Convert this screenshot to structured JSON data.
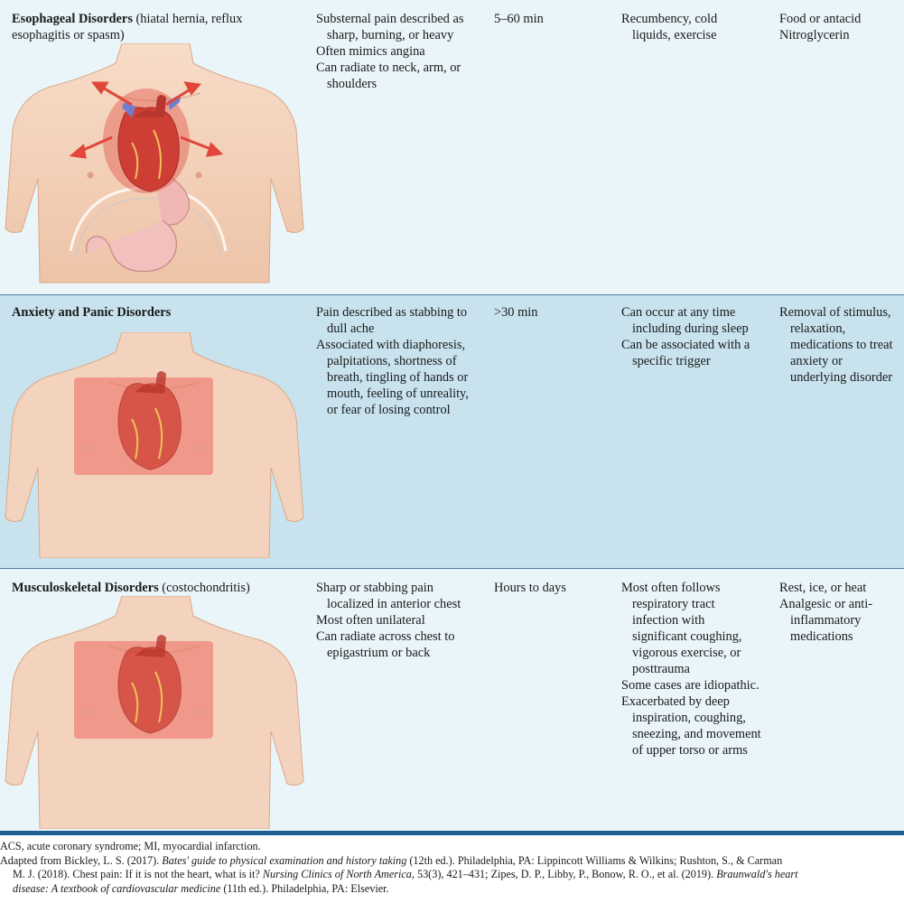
{
  "rows": [
    {
      "title": "Esophageal Disorders",
      "title_suffix": " (hiatal hernia, reflux esophagitis or spasm)",
      "description": [
        "Substernal pain described as sharp, burning, or heavy",
        "Often mimics angina",
        "Can radiate to neck, arm, or shoulders"
      ],
      "duration": "5–60 min",
      "provoking": [
        "Recumbency, cold liquids, exercise"
      ],
      "relieving": [
        "Food or antacid",
        "Nitroglycerin"
      ],
      "figure": "torso-with-heart-and-stomach-illustration"
    },
    {
      "title": "Anxiety and Panic Disorders",
      "title_suffix": "",
      "description": [
        "Pain described as stabbing to dull ache",
        "Associated with diaphoresis, palpitations, shortness of breath, tingling of hands or mouth, feeling of unreality, or fear of losing control"
      ],
      "duration": ">30 min",
      "provoking": [
        "Can occur at any time including during sleep",
        "Can be associated with a specific trigger"
      ],
      "relieving": [
        "Removal of stimulus, relaxation, medications to treat anxiety or underlying disorder"
      ],
      "figure": "torso-with-heart-illustration"
    },
    {
      "title": "Musculoskeletal Disorders",
      "title_suffix": " (costochondritis)",
      "description": [
        "Sharp or stabbing pain localized in anterior chest",
        "Most often unilateral",
        "Can radiate across chest to epigastrium or back"
      ],
      "duration": "Hours to days",
      "provoking": [
        "Most often follows respiratory tract infection with significant coughing, vigorous exercise, or posttrauma",
        "Some cases are idiopathic.",
        "Exacerbated by deep inspiration, coughing, sneezing, and movement of upper torso or arms"
      ],
      "relieving": [
        "Rest, ice, or heat",
        "Analgesic or anti-inflammatory medications"
      ],
      "figure": "torso-with-heart-illustration"
    }
  ],
  "footer": {
    "abbreviations": "ACS, acute coronary syndrome; MI, myocardial infarction.",
    "source_prefix": "Adapted from Bickley, L. S. (2017). ",
    "source_title1": "Bates' guide to physical examination and history taking",
    "source_mid1": " (12th ed.). Philadelphia, PA: Lippincott Williams & Wilkins; Rushton, S., & Carman",
    "source_line2a": "M. J. (2018). Chest pain: If it is not the heart, what is it? ",
    "source_title2": "Nursing Clinics of North America",
    "source_line2b": ", 53(3), 421–431; Zipes, D. P., Libby, P., Bonow, R. O., et al. (2019). ",
    "source_title3": "Braunwald's heart",
    "source_title3b": "disease: A textbook of cardiovascular medicine",
    "source_end": " (11th ed.). Philadelphia, PA: Elsevier."
  },
  "colors": {
    "row_light": "#eaf5fa",
    "row_dark": "#c8e3ee",
    "rule": "#1f5f8f",
    "skin": "#f3d3bd",
    "heart": "#d9453a"
  }
}
